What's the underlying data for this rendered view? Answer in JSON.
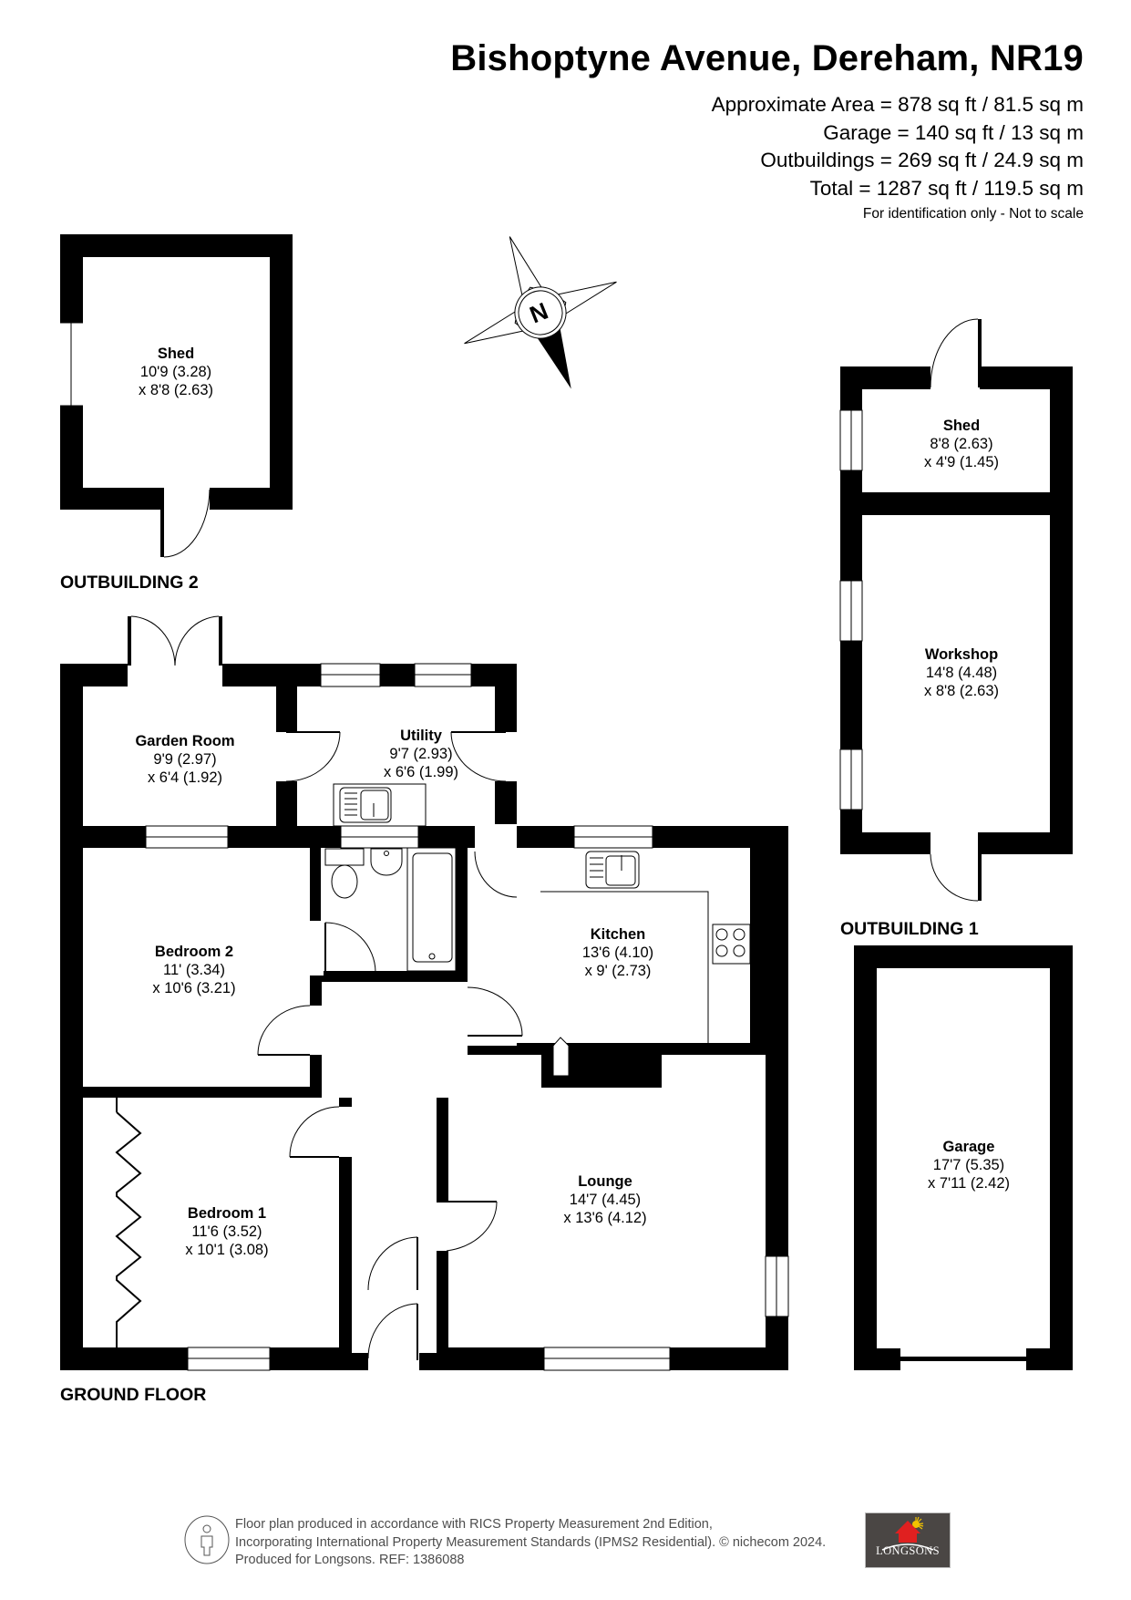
{
  "header": {
    "title": "Bishoptyne Avenue, Dereham, NR19",
    "areas": [
      "Approximate Area = 878 sq ft / 81.5 sq m",
      "Garage = 140 sq ft / 13 sq m",
      "Outbuildings = 269 sq ft / 24.9 sq m",
      "Total = 1287 sq ft / 119.5 sq m"
    ],
    "note": "For identification only - Not to scale"
  },
  "compass": {
    "label": "N",
    "icon": "north-compass-icon"
  },
  "sections": {
    "outbuilding2": "OUTBUILDING 2",
    "outbuilding1": "OUTBUILDING 1",
    "ground_floor": "GROUND FLOOR"
  },
  "rooms": {
    "shed2": {
      "name": "Shed",
      "dim1": "10'9 (3.28)",
      "dim2": "x 8'8 (2.63)"
    },
    "shed1": {
      "name": "Shed",
      "dim1": "8'8 (2.63)",
      "dim2": "x 4'9 (1.45)"
    },
    "workshop": {
      "name": "Workshop",
      "dim1": "14'8 (4.48)",
      "dim2": "x 8'8 (2.63)"
    },
    "garage": {
      "name": "Garage",
      "dim1": "17'7 (5.35)",
      "dim2": "x 7'11 (2.42)"
    },
    "garden_room": {
      "name": "Garden Room",
      "dim1": "9'9 (2.97)",
      "dim2": "x 6'4 (1.92)"
    },
    "utility": {
      "name": "Utility",
      "dim1": "9'7 (2.93)",
      "dim2": "x 6'6 (1.99)"
    },
    "kitchen": {
      "name": "Kitchen",
      "dim1": "13'6 (4.10)",
      "dim2": "x 9' (2.73)"
    },
    "bedroom2": {
      "name": "Bedroom 2",
      "dim1": "11' (3.34)",
      "dim2": "x 10'6 (3.21)"
    },
    "bedroom1": {
      "name": "Bedroom 1",
      "dim1": "11'6 (3.52)",
      "dim2": "x 10'1 (3.08)"
    },
    "lounge": {
      "name": "Lounge",
      "dim1": "14'7 (4.45)",
      "dim2": "x 13'6 (4.12)"
    }
  },
  "footer": {
    "lines": [
      "Floor plan produced in accordance with RICS Property Measurement 2nd Edition,",
      "Incorporating International Property Measurement Standards (IPMS2 Residential).   © nichecom 2024.",
      "Produced for Longsons.   REF:    1386088"
    ],
    "logo_text": "LONGSONS"
  },
  "colors": {
    "wall": "#000000",
    "background": "#ffffff",
    "footer_text": "#4d4d4d",
    "logo_bg": "#4a4644",
    "logo_roof": "#e02020",
    "logo_sun": "#f2c200"
  }
}
